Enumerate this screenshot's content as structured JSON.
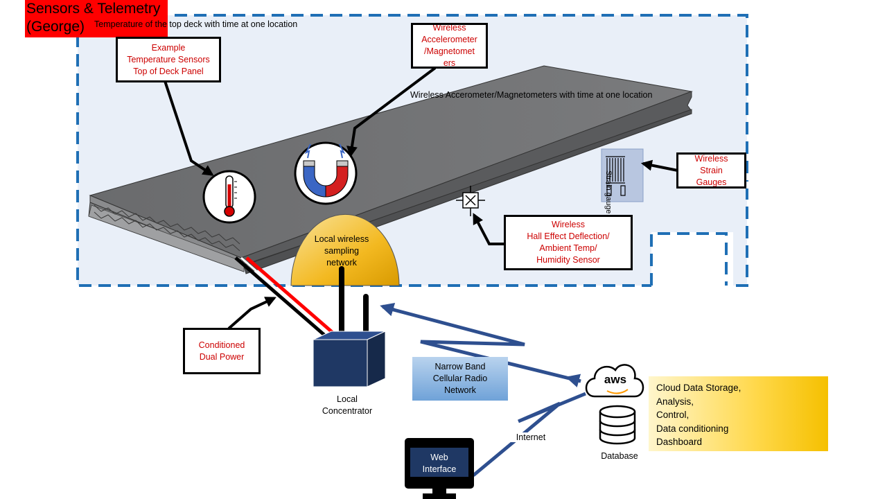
{
  "header": {
    "title": "Sensors & Telemetry (George)",
    "subtitle": "Temperature of the top deck with time at one location"
  },
  "deck": {
    "caption": "Wireless Accerometer/Magnetometers with time at one location"
  },
  "callouts": {
    "temperature": [
      "Example",
      "Temperature Sensors",
      "Top of Deck Panel"
    ],
    "accelerometer": [
      "Wireless",
      "Accelerometer",
      "/Magnetomet",
      "ers"
    ],
    "strain": [
      "Wireless",
      "Strain",
      "Gauges"
    ],
    "hall": [
      "Wireless",
      "Hall Effect Deflection/",
      "Ambient Temp/",
      "Humidity Sensor"
    ],
    "power": [
      "Conditioned",
      "Dual Power"
    ]
  },
  "strain_gauge_label": "Strain gauge",
  "sampling_network": [
    "Local wireless",
    "sampling",
    "network"
  ],
  "concentrator": [
    "Local",
    "Concentrator"
  ],
  "narrow_band": [
    "Narrow Band",
    "Cellular Radio",
    "Network"
  ],
  "aws_label": "aws",
  "database_label": "Database",
  "internet_label": "Internet",
  "web_interface": [
    "Web",
    "Interface"
  ],
  "cloud_services": [
    "Cloud Data Storage,",
    "Analysis,",
    "Control,",
    "Data conditioning",
    "Dashboard"
  ],
  "colors": {
    "title_bg": "#ff0000",
    "callout_text": "#cc0000",
    "dashed_border": "#1f6fb5",
    "arrow_blue": "#2e4f8f",
    "deck_gray": "#6e6f71",
    "concentrator_blue": "#1f3864"
  }
}
